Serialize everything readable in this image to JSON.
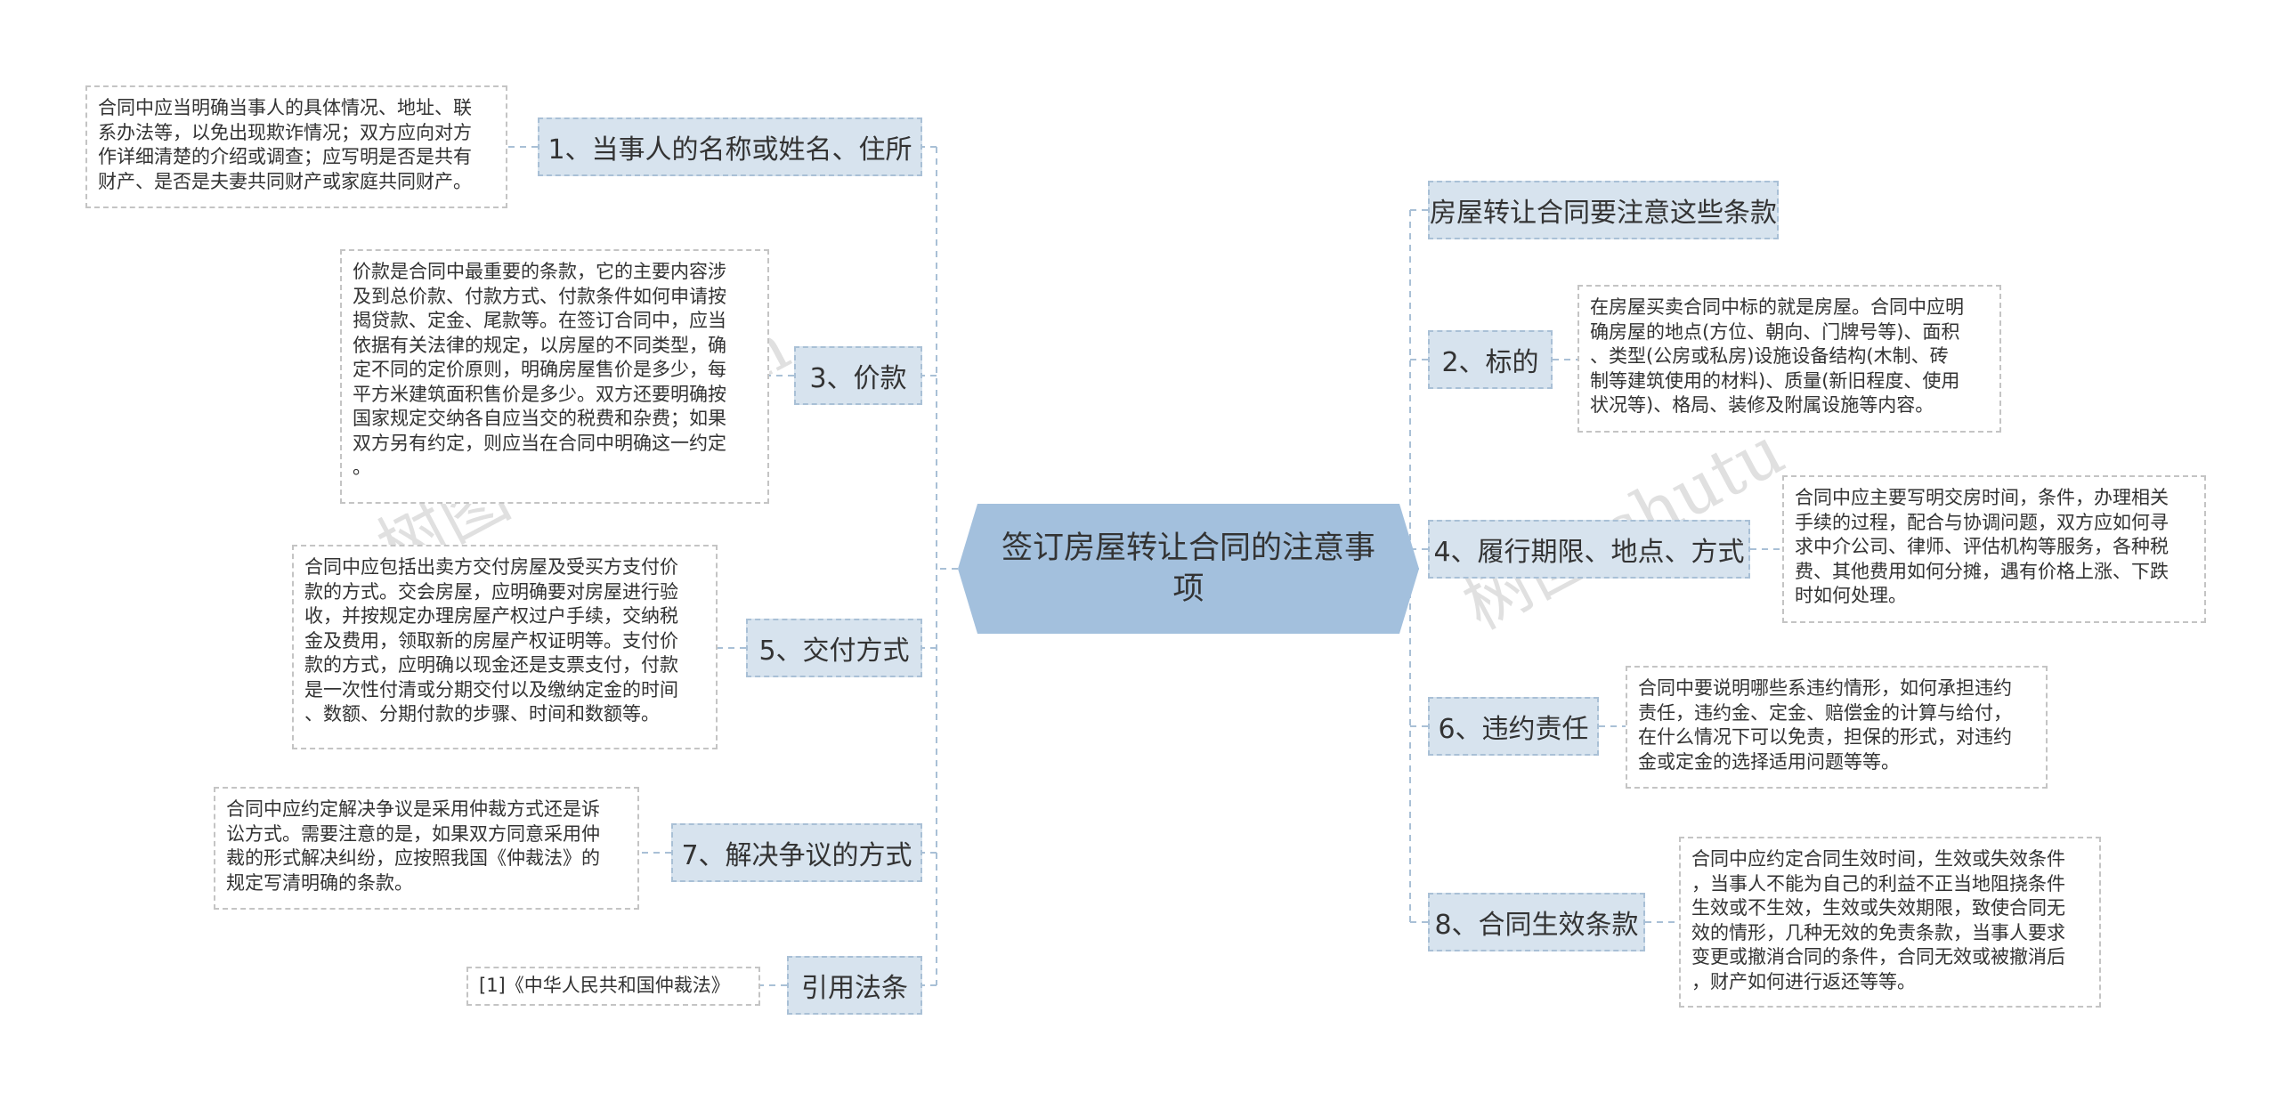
{
  "root": {
    "title": "签订房屋转让合同的注意事项"
  },
  "left": [
    {
      "label": "1、当事人的名称或姓名、住所",
      "note": "合同中应当明确当事人的具体情况、地址、联\n系办法等，以免出现欺诈情况；双方应向对方\n作详细清楚的介绍或调查；应写明是否是共有\n财产、是否是夫妻共同财产或家庭共同财产。"
    },
    {
      "label": "3、价款",
      "note": "价款是合同中最重要的条款，它的主要内容涉\n及到总价款、付款方式、付款条件如何申请按\n揭贷款、定金、尾款等。在签订合同中，应当\n依据有关法律的规定，以房屋的不同类型，确\n定不同的定价原则，明确房屋售价是多少，每\n平方米建筑面积售价是多少。双方还要明确按\n国家规定交纳各自应当交的税费和杂费；如果\n双方另有约定，则应当在合同中明确这一约定\n。"
    },
    {
      "label": "5、交付方式",
      "note": "合同中应包括出卖方交付房屋及受买方支付价\n款的方式。交会房屋，应明确要对房屋进行验\n收，并按规定办理房屋产权过户手续，交纳税\n金及费用，领取新的房屋产权证明等。支付价\n款的方式，应明确以现金还是支票支付，付款\n是一次性付清或分期交付以及缴纳定金的时间\n、数额、分期付款的步骤、时间和数额等。"
    },
    {
      "label": "7、解决争议的方式",
      "note": "合同中应约定解决争议是采用仲裁方式还是诉\n讼方式。需要注意的是，如果双方同意采用仲\n裁的形式解决纠纷，应按照我国《仲裁法》的\n规定写清明确的条款。"
    },
    {
      "label": "引用法条",
      "note": "[1]《中华人民共和国仲裁法》"
    }
  ],
  "right": [
    {
      "label": "房屋转让合同要注意这些条款",
      "note": ""
    },
    {
      "label": "2、标的",
      "note": "在房屋买卖合同中标的就是房屋。合同中应明\n确房屋的地点(方位、朝向、门牌号等)、面积\n、类型(公房或私房)设施设备结构(木制、砖\n制等建筑使用的材料)、质量(新旧程度、使用\n状况等)、格局、装修及附属设施等内容。"
    },
    {
      "label": "4、履行期限、地点、方式",
      "note": "合同中应主要写明交房时间，条件，办理相关\n手续的过程，配合与协调问题，双方应如何寻\n求中介公司、律师、评估机构等服务，各种税\n费、其他费用如何分摊，遇有价格上涨、下跌\n时如何处理。"
    },
    {
      "label": "6、违约责任",
      "note": "合同中要说明哪些系违约情形，如何承担违约\n责任，违约金、定金、赔偿金的计算与给付，\n在什么情况下可以免责，担保的形式，对违约\n金或定金的选择适用问题等等。"
    },
    {
      "label": "8、合同生效条款",
      "note": "合同中应约定合同生效时间，生效或失效条件\n，当事人不能为自己的利益不正当地阻挠条件\n生效或不生效，生效或失效期限，致使合同无\n效的情形，几种无效的免责条款，当事人要求\n变更或撤消合同的条件，合同无效或被撤消后\n，财产如何进行返还等等。"
    }
  ],
  "watermarks": [
    "树图 shutu.cn",
    "树图 shutu"
  ],
  "colors": {
    "root_fill": "#a3c0dd",
    "branch_fill": "#d7e3ee",
    "branch_border": "#a9c0d6",
    "connector": "#a9c0d6",
    "note_border": "#c4c4c4"
  }
}
